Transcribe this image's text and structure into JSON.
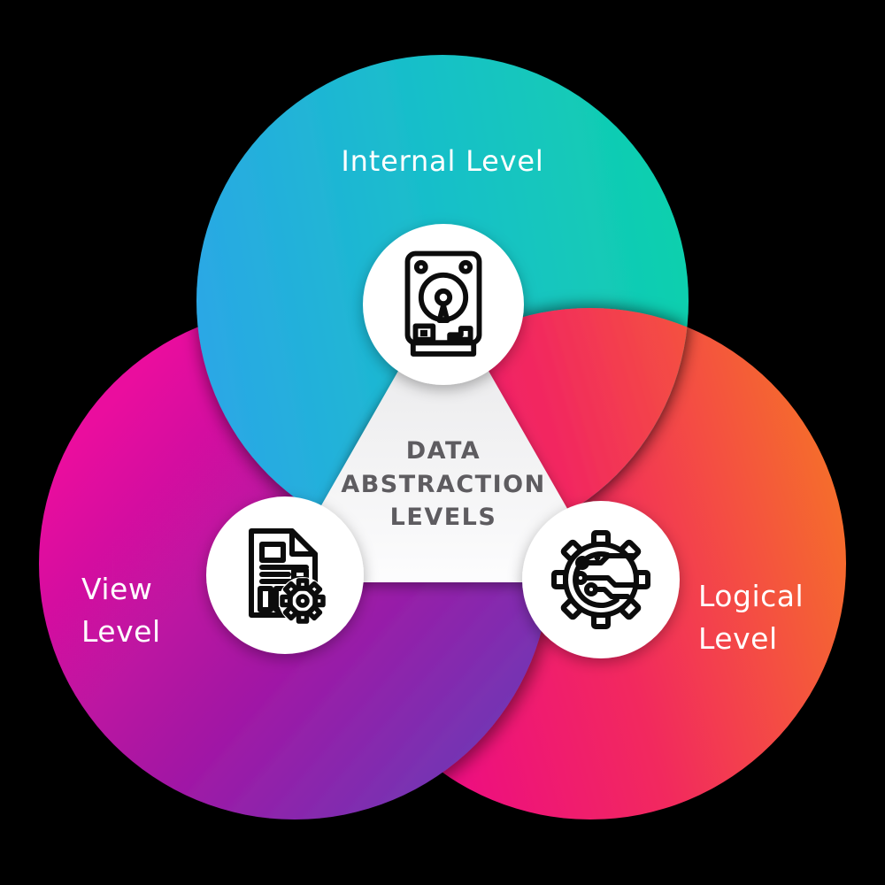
{
  "background_color": "#000000",
  "diagram": {
    "title": "Data Abstraction Levels diagram",
    "center_panel": {
      "title": "DATA\nABSTRACTION\nLEVELS",
      "title_color": "#5e5c60",
      "panel_top_color": "#e8e8ea",
      "panel_bottom_color": "#fdfdfe"
    },
    "label_color": "#ffffff",
    "icon_stroke_color": "#0c0c0c",
    "levels": [
      {
        "id": "internal",
        "label": "Internal Level",
        "icon": "hard-drive-icon",
        "gradient": [
          "#2ba7e6",
          "#17c0c8",
          "#0fd0ad"
        ]
      },
      {
        "id": "view",
        "label": "View\nLevel",
        "icon": "document-gear-icon",
        "gradient": [
          "#ea109e",
          "#a813a3",
          "#6c3ab6"
        ]
      },
      {
        "id": "logical",
        "label": "Logical\nLevel",
        "icon": "circuit-gear-icon",
        "gradient": [
          "#ed0e80",
          "#f2295e",
          "#f56b2d"
        ]
      }
    ]
  }
}
